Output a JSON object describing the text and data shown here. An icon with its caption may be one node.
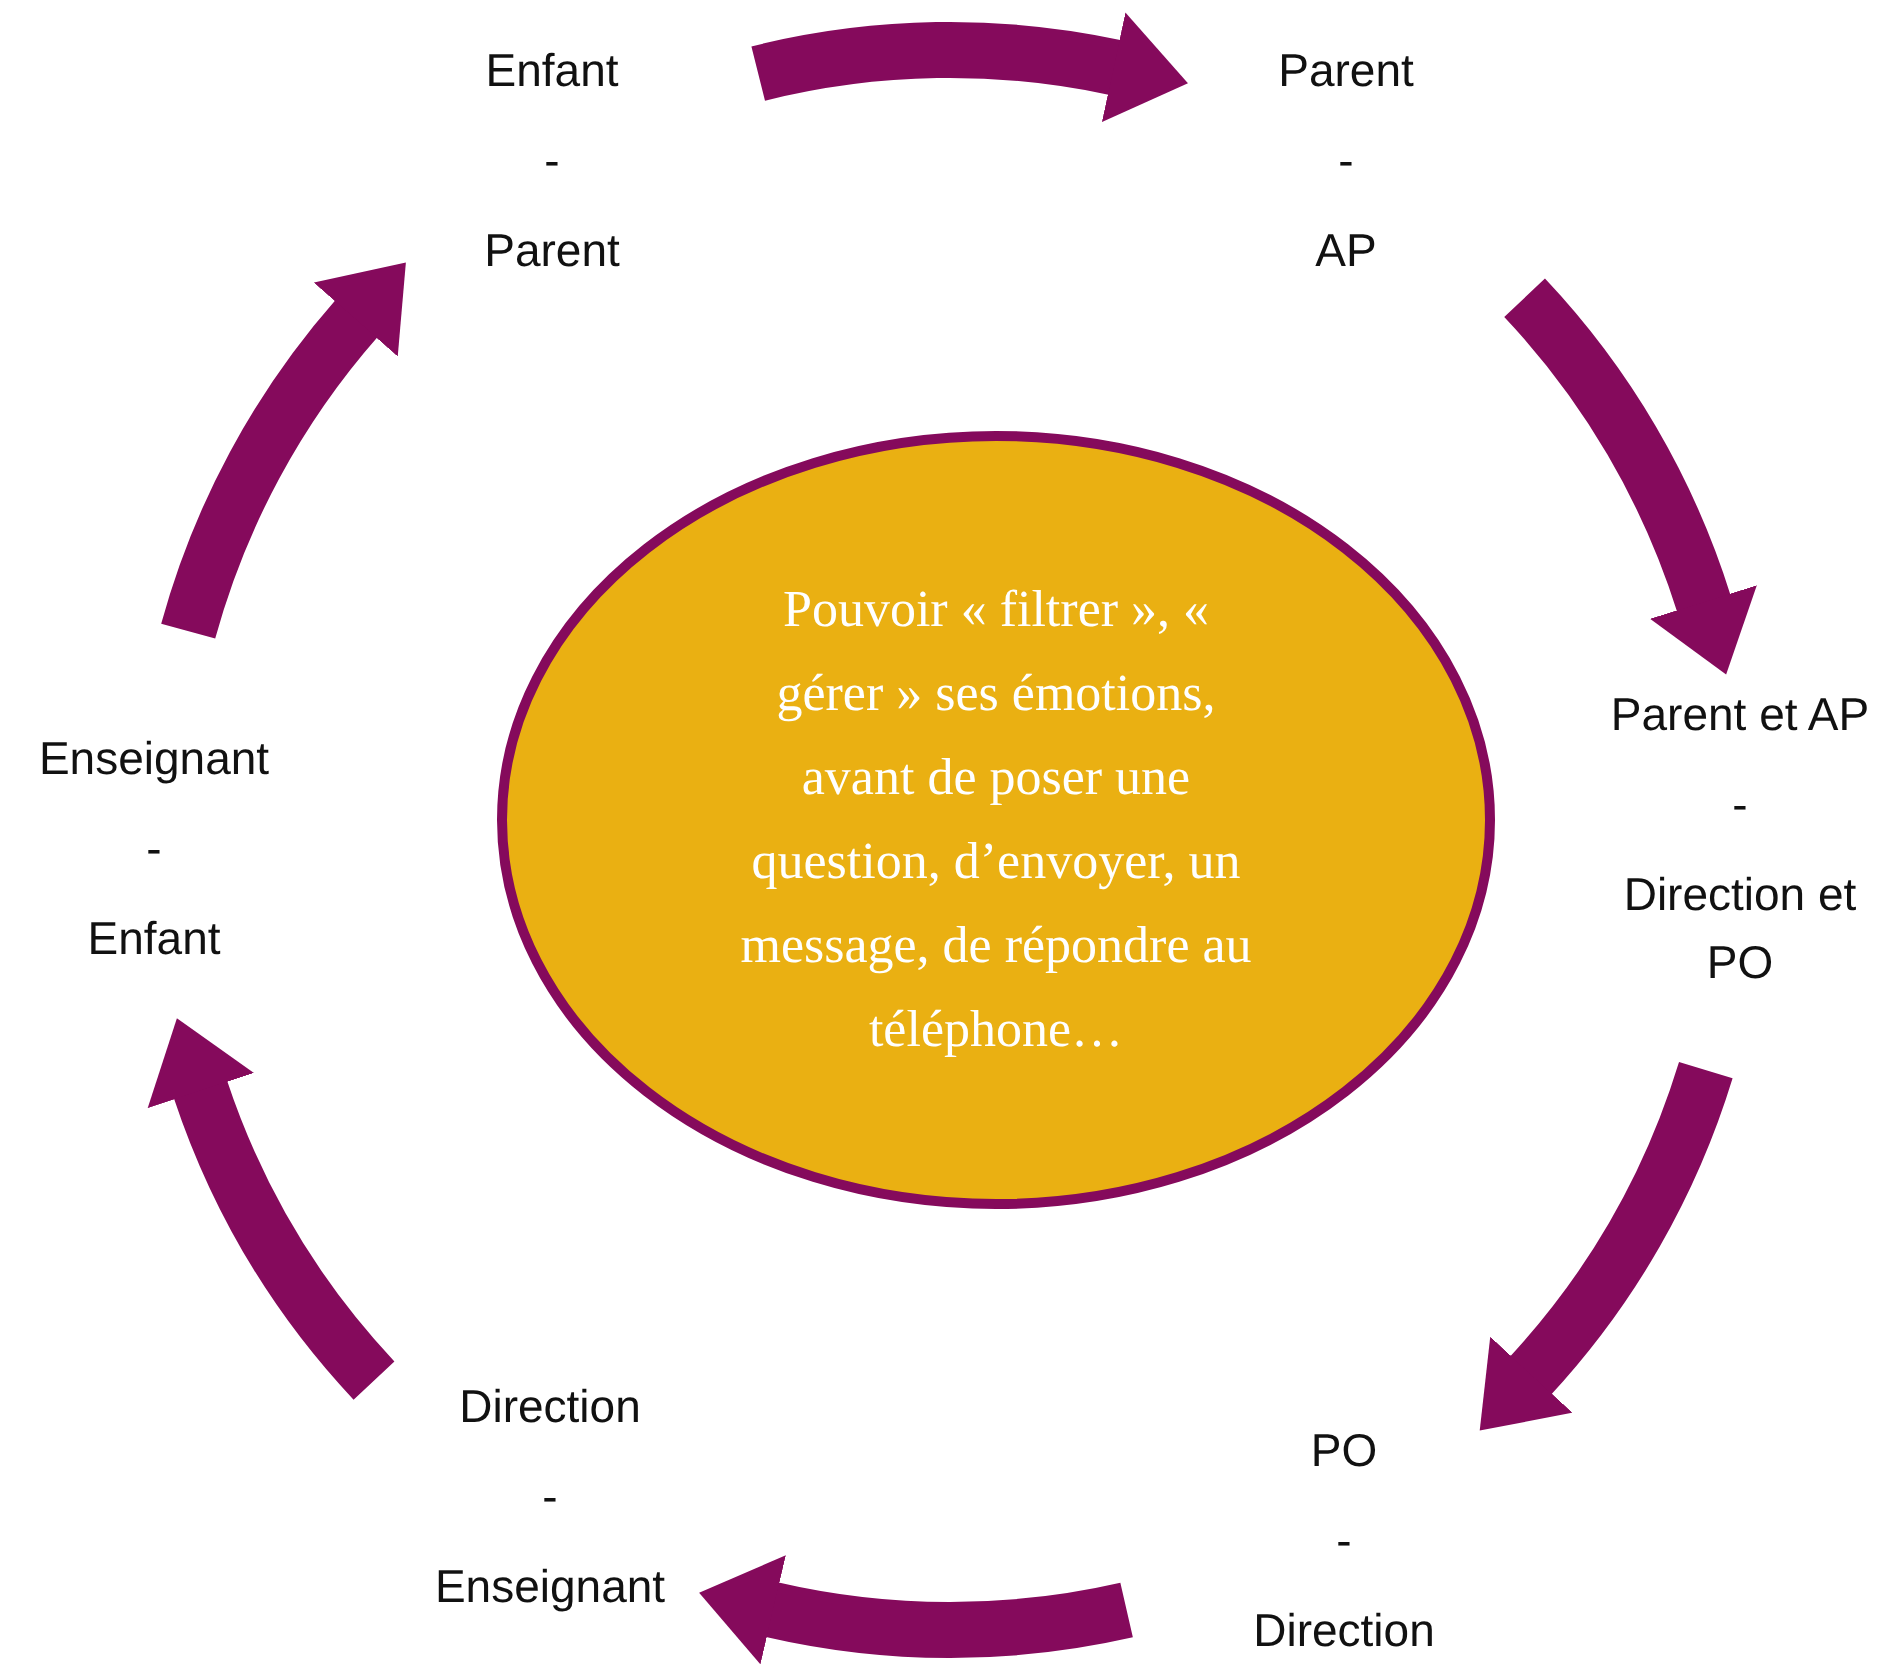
{
  "diagram": {
    "nodes": [
      {
        "text": [
          "Enfant",
          "-",
          "Parent"
        ]
      },
      {
        "text": [
          "Parent",
          "-",
          "AP"
        ]
      },
      {
        "text": [
          "Parent et AP",
          "-",
          "Direction et PO"
        ]
      },
      {
        "text": [
          "PO",
          "-",
          "Direction"
        ]
      },
      {
        "text": [
          "Direction",
          "-",
          "Enseignant"
        ]
      },
      {
        "text": [
          "Enseignant",
          "-",
          "Enfant"
        ]
      },
      {
        "text": [
          "Pouvoir « filtrer », « gérer » ses émotions, avant de poser une question, d’envoyer, un message, de répondre au téléphone…"
        ]
      }
    ],
    "edges": [
      {
        "from": 0,
        "to": 1,
        "arrow": "to"
      },
      {
        "from": 1,
        "to": 2,
        "arrow": "to"
      },
      {
        "from": 2,
        "to": 3,
        "arrow": "to"
      },
      {
        "from": 3,
        "to": 4,
        "arrow": "to"
      },
      {
        "from": 4,
        "to": 5,
        "arrow": "to"
      },
      {
        "from": 5,
        "to": 0,
        "arrow": "to"
      }
    ]
  }
}
